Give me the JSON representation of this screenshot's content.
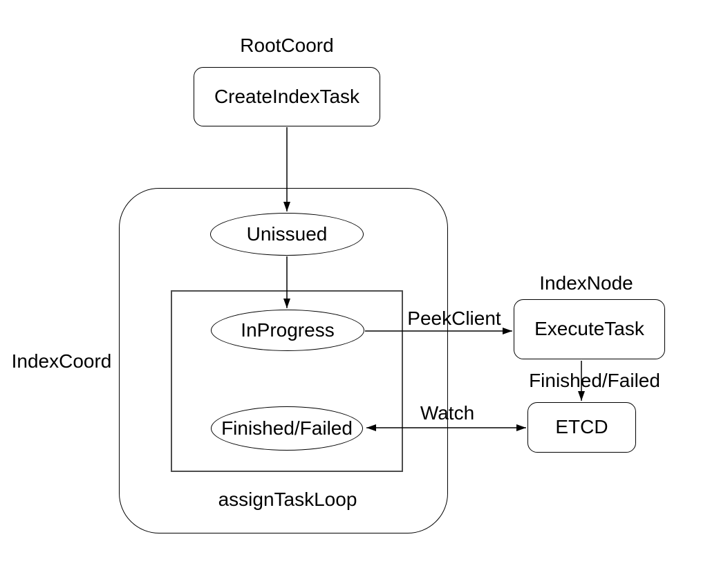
{
  "labels": {
    "root_coord": "RootCoord",
    "index_coord": "IndexCoord",
    "index_node": "IndexNode",
    "assign_task_loop": "assignTaskLoop"
  },
  "nodes": {
    "create_index_task": "CreateIndexTask",
    "unissued": "Unissued",
    "in_progress": "InProgress",
    "finished_failed": "Finished/Failed",
    "execute_task": "ExecuteTask",
    "etcd": "ETCD"
  },
  "edge_labels": {
    "peek_client": "PeekClient",
    "watch": "Watch",
    "execute_to_etcd": "Finished/Failed"
  },
  "colors": {
    "stroke": "#000000",
    "inner_frame_stroke": "#4d4d4d",
    "background": "#ffffff",
    "text": "#000000"
  }
}
